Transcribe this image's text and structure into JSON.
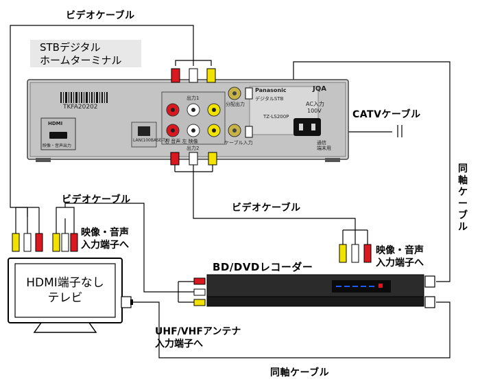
{
  "stb": {
    "title_line1": "STBデジタル",
    "title_line2": "ホームターミナル",
    "serial": "TKFA20202",
    "hdmi_logo": "HDMI",
    "hdmi_port_label": "映像・音声出力",
    "lan_label": "LAN",
    "lan_sub": "(100BASE-TX)",
    "output1_label": "出力1",
    "output2_label": "出力2",
    "audio_right": "右",
    "audio_word": "音声",
    "audio_left": "左",
    "video_word": "映像",
    "split_out_label": "分配出力",
    "cable_in_label": "ケーブル入力",
    "brand": "Panasonic",
    "jqa": "JQA",
    "model_line": "デジタルSTB",
    "model_code": "TZ-LS200P",
    "ac_in": "AC入力",
    "voltage": "100V",
    "comm_label1": "通信",
    "comm_label2": "端末用"
  },
  "labels": {
    "video_cable_top": "ビデオケーブル",
    "video_cable_left": "ビデオケーブル",
    "video_cable_mid": "ビデオケーブル",
    "catv_cable": "CATVケーブル",
    "coax_right": "同軸ケーブル",
    "coax_bottom": "同軸ケーブル",
    "av_in_tv_1": "映像・音声",
    "av_in_tv_2": "入力端子へ",
    "av_in_rec_1": "映像・音声",
    "av_in_rec_2": "入力端子へ",
    "recorder": "BD/DVDレコーダー",
    "tv_line1": "HDMI端子なし",
    "tv_line2": "テレビ",
    "antenna_1": "UHF/VHFアンテナ",
    "antenna_2": "入力端子へ"
  },
  "colors": {
    "plug_red": "#d9181f",
    "plug_white": "#ffffff",
    "plug_yellow": "#f2e200",
    "stb_body": "#cfcfcf",
    "recorder_body": "#2b2b2b",
    "led_blue": "#1a5cff"
  }
}
